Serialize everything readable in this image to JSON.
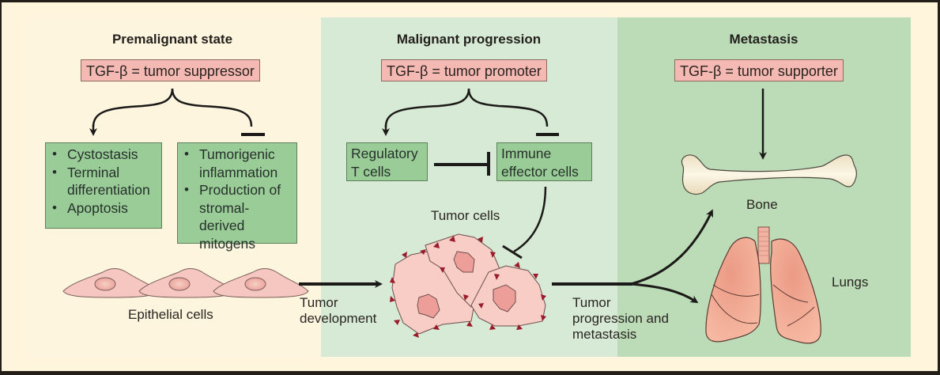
{
  "stages": [
    {
      "title": "Premalignant state",
      "tgf_role": "TGF-β = tumor suppressor",
      "promotes": {
        "items": [
          "Cystostasis",
          "Terminal differentiation",
          "Apoptosis"
        ]
      },
      "inhibits": {
        "items": [
          "Tumorigenic inflammation",
          "Production of stromal-derived mitogens"
        ]
      },
      "cells_label": "Epithelial cells"
    },
    {
      "title": "Malignant progression",
      "tgf_role": "TGF-β = tumor promoter",
      "promotes_label": "Regulatory T cells",
      "inhibits_label": "Immune effector cells",
      "cells_label": "Tumor cells"
    },
    {
      "title": "Metastasis",
      "tgf_role": "TGF-β = tumor supporter",
      "organs": [
        "Bone",
        "Lungs"
      ]
    }
  ],
  "transitions": [
    "Tumor development",
    "Tumor progression and metastasis"
  ],
  "colors": {
    "frame": "#231e17",
    "background": "#fff4dc",
    "premalignant_panel": "#fdf5de",
    "malignant_panel": "#d7ead5",
    "metastasis_panel": "#bcdcb8",
    "tgf_box": "#f4b9b2",
    "effect_box": "#99cc97",
    "cell_pink": "#f6c6c0",
    "tumor_spike": "#9b1b2a",
    "lung": "#f0a88f",
    "bone": "#f1e7cc",
    "arrow": "#1c1a18"
  }
}
